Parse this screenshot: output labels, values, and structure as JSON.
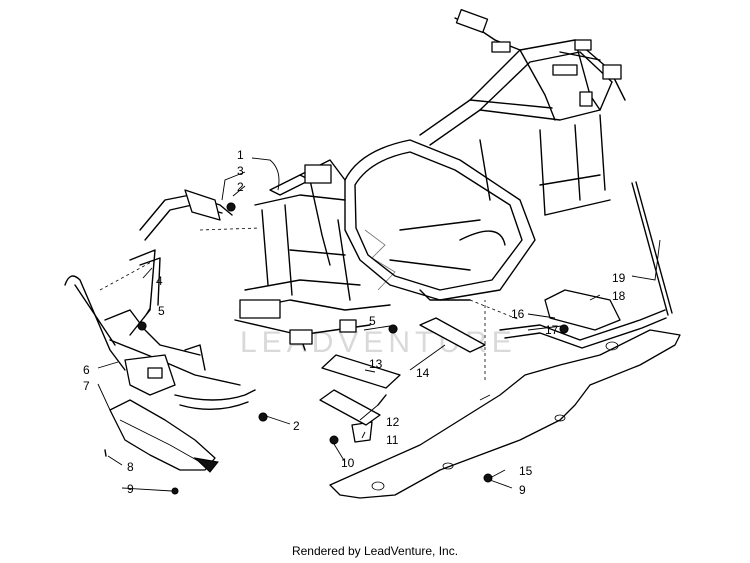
{
  "watermark": "LEADVENTURE",
  "credit": "Rendered by LeadVenture, Inc.",
  "callouts": [
    "1",
    "3",
    "2",
    "4",
    "5",
    "6",
    "7",
    "2",
    "8",
    "9",
    "5",
    "13",
    "14",
    "12",
    "11",
    "10",
    "16",
    "17",
    "19",
    "18",
    "15",
    "9"
  ]
}
